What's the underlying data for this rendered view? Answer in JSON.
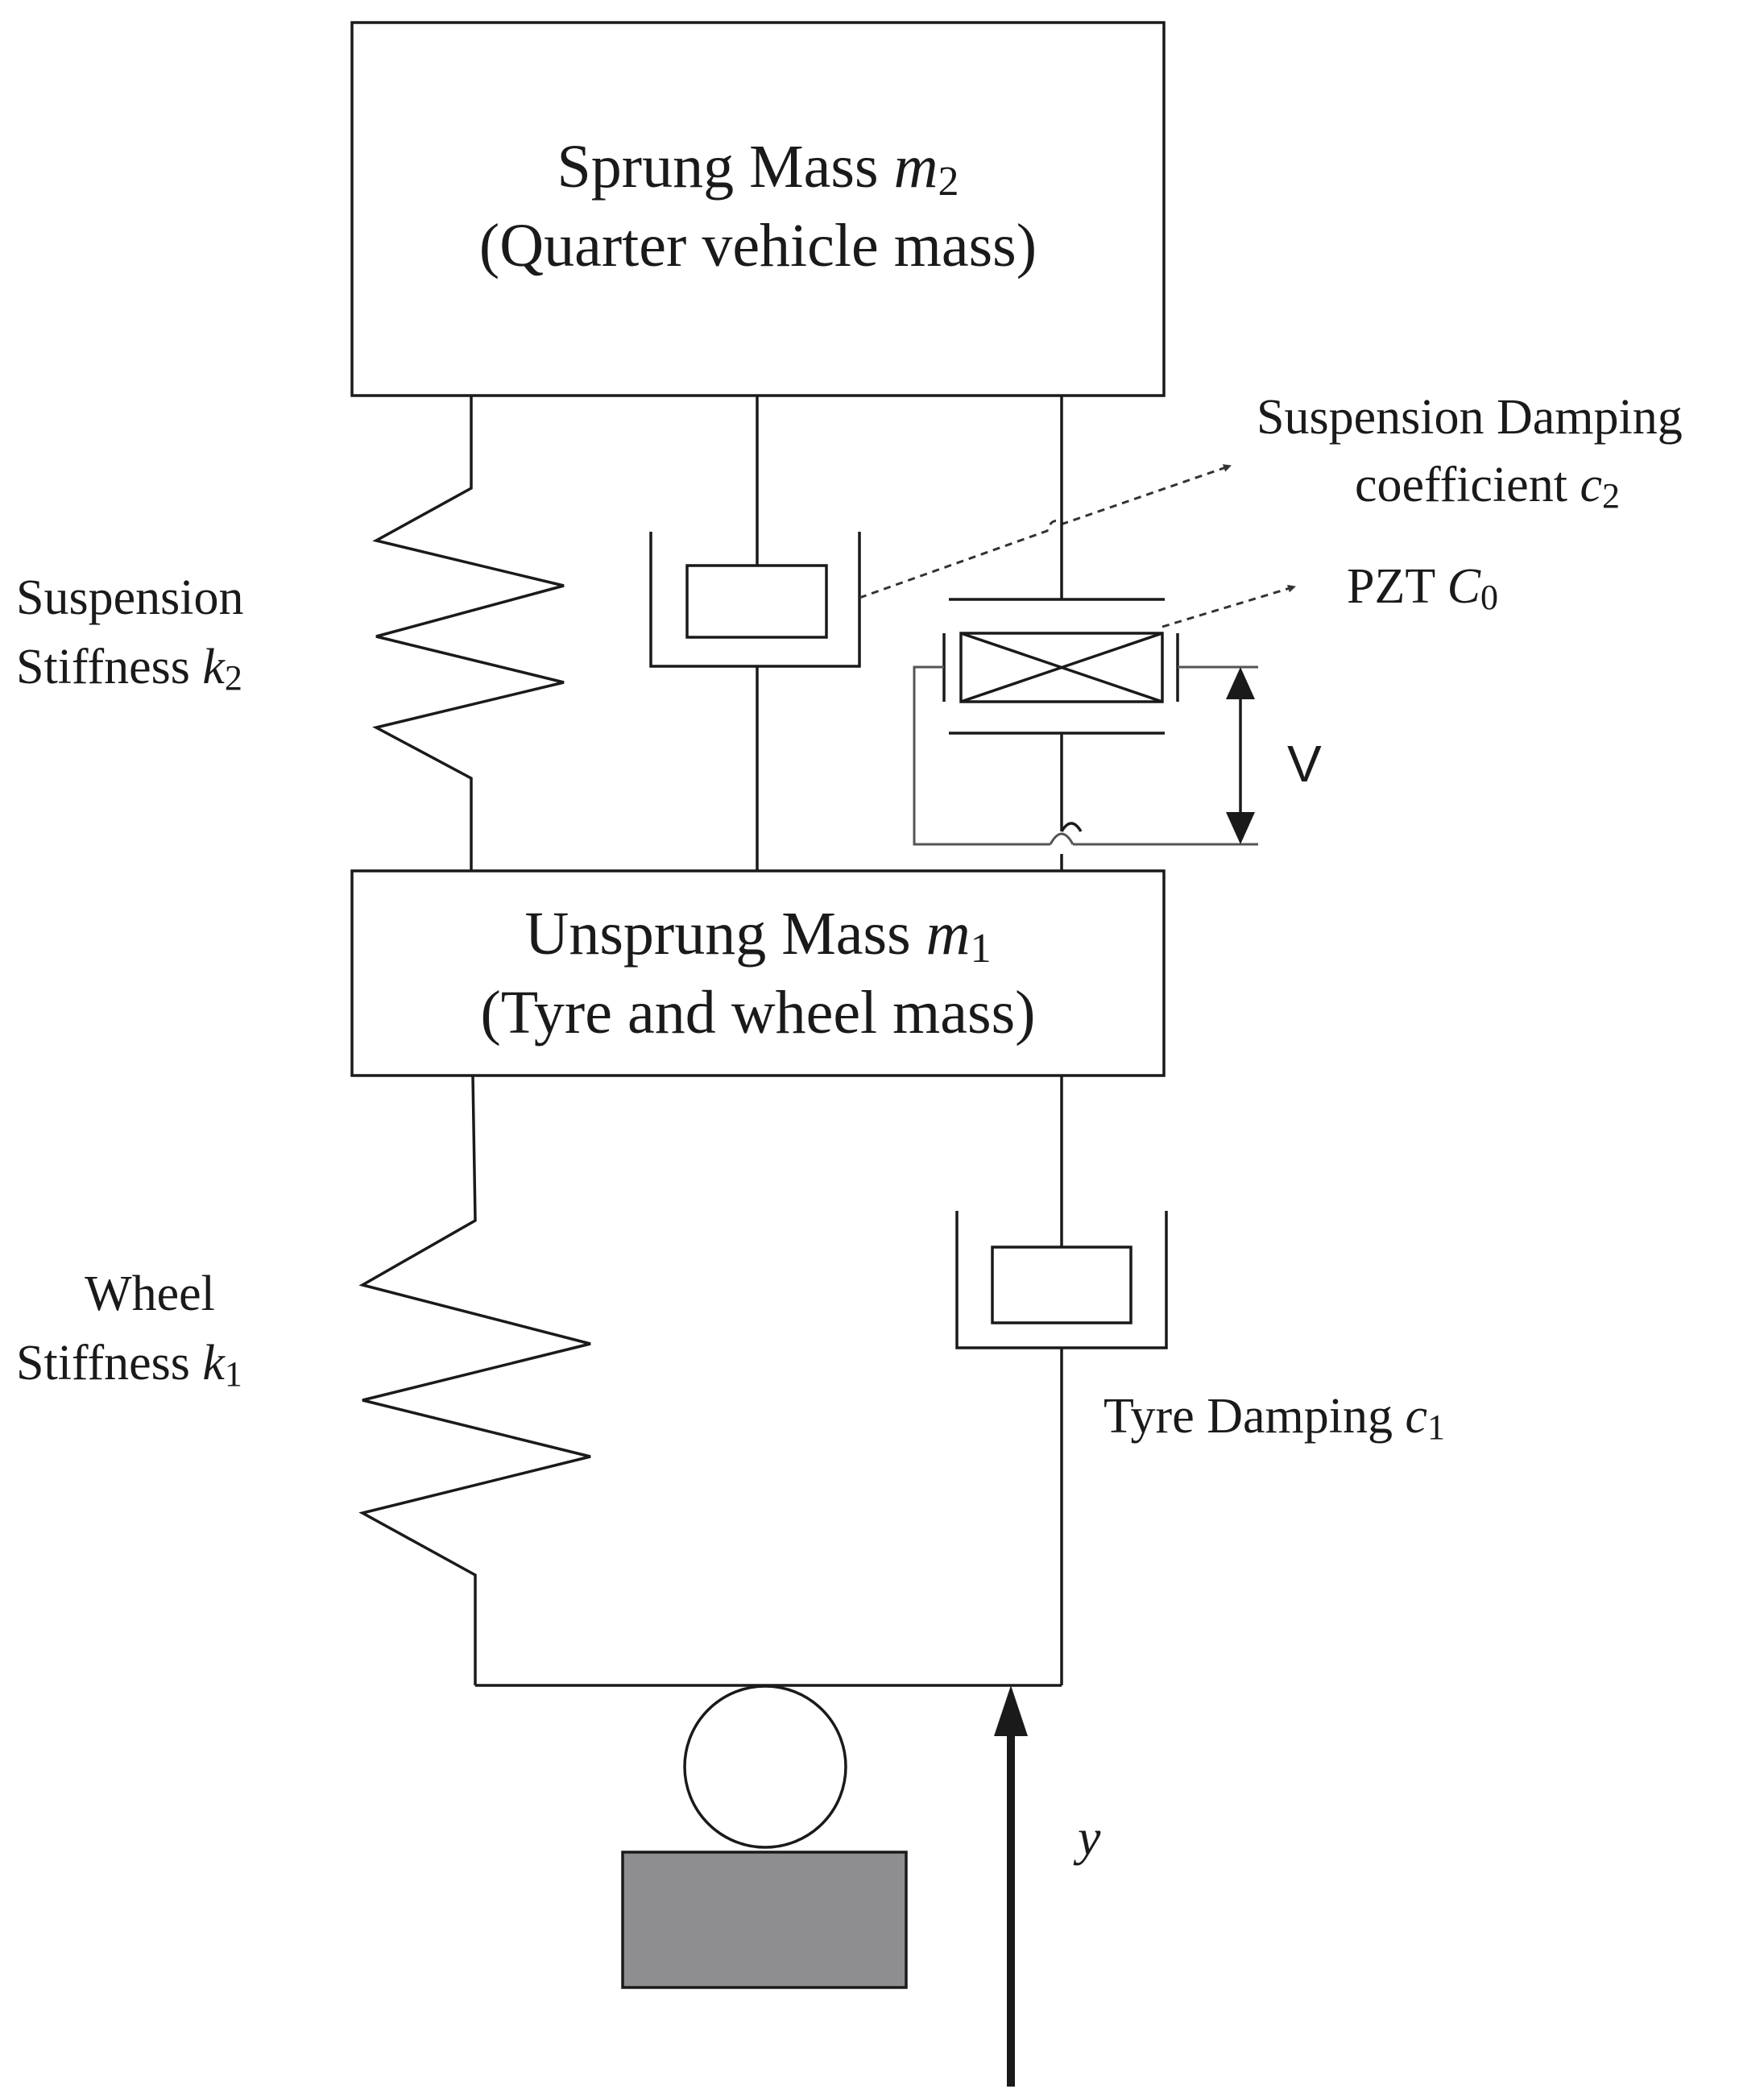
{
  "sprung_mass": {
    "line1": "Sprung Mass ",
    "symbol": "m",
    "subscript": "2",
    "line2": "(Quarter vehicle mass)"
  },
  "unsprung_mass": {
    "line1": "Unsprung Mass ",
    "symbol": "m",
    "subscript": "1",
    "line2": "(Tyre and wheel mass)"
  },
  "suspension_stiffness": {
    "line1": "Suspension",
    "line2": "Stiffness ",
    "symbol": "k",
    "subscript": "2"
  },
  "suspension_damping": {
    "line1": "Suspension Damping",
    "line2": "coefficient ",
    "symbol": "c",
    "subscript": "2"
  },
  "pzt": {
    "label": "PZT ",
    "symbol": "C",
    "subscript": "0"
  },
  "voltage": {
    "label": "V"
  },
  "wheel_stiffness": {
    "line1": "Wheel",
    "line2": "Stiffness ",
    "symbol": "k",
    "subscript": "1"
  },
  "tyre_damping": {
    "label": "Tyre Damping ",
    "symbol": "c",
    "subscript": "1"
  },
  "road_input": {
    "symbol": "y"
  },
  "colors": {
    "ink": "#1a1a1a",
    "road_block": "#8e8e90"
  }
}
